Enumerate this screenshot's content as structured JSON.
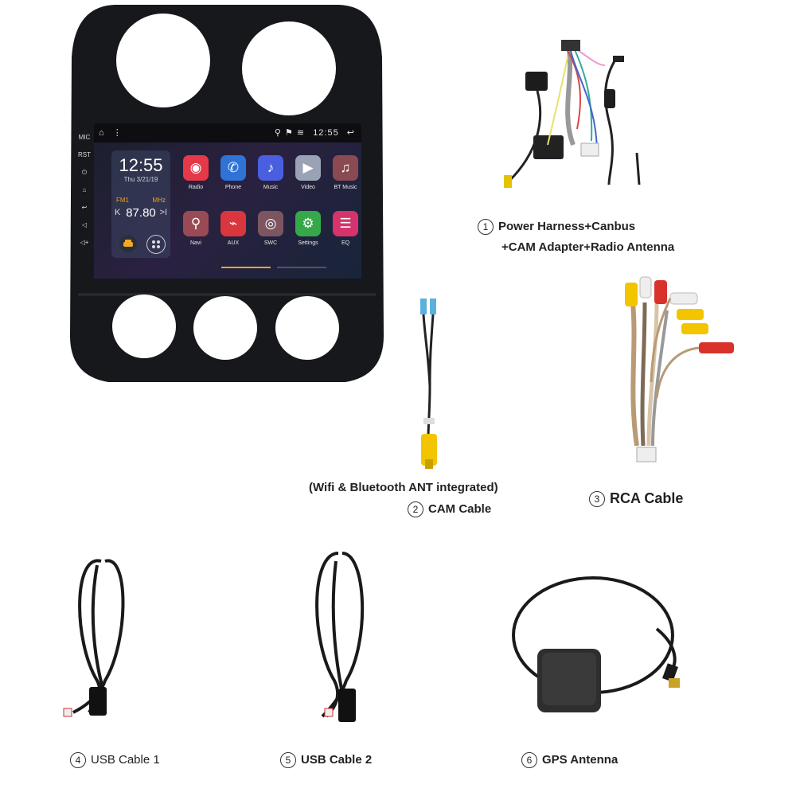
{
  "head_unit": {
    "status_bar": {
      "home_glyph": "⌂",
      "menu_glyph": "⋮",
      "icons": "⚲ ⚑ ≋",
      "time": "12:55",
      "back_glyph": "↩"
    },
    "side_buttons": {
      "mic": "MIC",
      "rst": "RST",
      "power": "⏻",
      "home": "⌂",
      "back": "↩",
      "vol_down": "◁",
      "vol_up": "◁+"
    },
    "widget": {
      "time": "12:55",
      "date": "Thu 3/21/19",
      "band": "FM1",
      "unit": "MHz",
      "frequency": "87.80",
      "prev": "K",
      "next": ">I"
    },
    "apps": [
      {
        "label": "Radio",
        "icon": "radio-icon",
        "glyph": "◉",
        "color": "#e5394a"
      },
      {
        "label": "Phone",
        "icon": "phone-icon",
        "glyph": "✆",
        "color": "#2f73d6"
      },
      {
        "label": "Music",
        "icon": "music-icon",
        "glyph": "♪",
        "color": "#4a5fe0"
      },
      {
        "label": "Video",
        "icon": "video-icon",
        "glyph": "▶",
        "color": "#9aa3b5"
      },
      {
        "label": "BT Music",
        "icon": "bt-music-icon",
        "glyph": "♫",
        "color": "#8b4a52"
      },
      {
        "label": "Navi",
        "icon": "navi-icon",
        "glyph": "⚲",
        "color": "#9a4a55"
      },
      {
        "label": "AUX",
        "icon": "aux-icon",
        "glyph": "⌁",
        "color": "#d9363e"
      },
      {
        "label": "SWC",
        "icon": "swc-icon",
        "glyph": "◎",
        "color": "#7d5560"
      },
      {
        "label": "Settings",
        "icon": "settings-icon",
        "glyph": "⚙",
        "color": "#36a84a"
      },
      {
        "label": "EQ",
        "icon": "eq-icon",
        "glyph": "☰",
        "color": "#d6336c"
      }
    ]
  },
  "items": [
    {
      "num": "1",
      "lines": [
        "Power Harness+Canbus",
        "+CAM Adapter+Radio Antenna"
      ]
    },
    {
      "num": "2",
      "note": "(Wifi & Bluetooth ANT integrated)",
      "label": "CAM Cable"
    },
    {
      "num": "3",
      "label": "RCA Cable"
    },
    {
      "num": "4",
      "label": "USB Cable 1"
    },
    {
      "num": "5",
      "label": "USB Cable 2"
    },
    {
      "num": "6",
      "label": "GPS Antenna"
    }
  ],
  "colors": {
    "bezel": "#16181c",
    "accent": "#f5a623",
    "rca_yellow": "#f2c500",
    "rca_red": "#d8322b",
    "rca_white": "#eeeeee"
  }
}
